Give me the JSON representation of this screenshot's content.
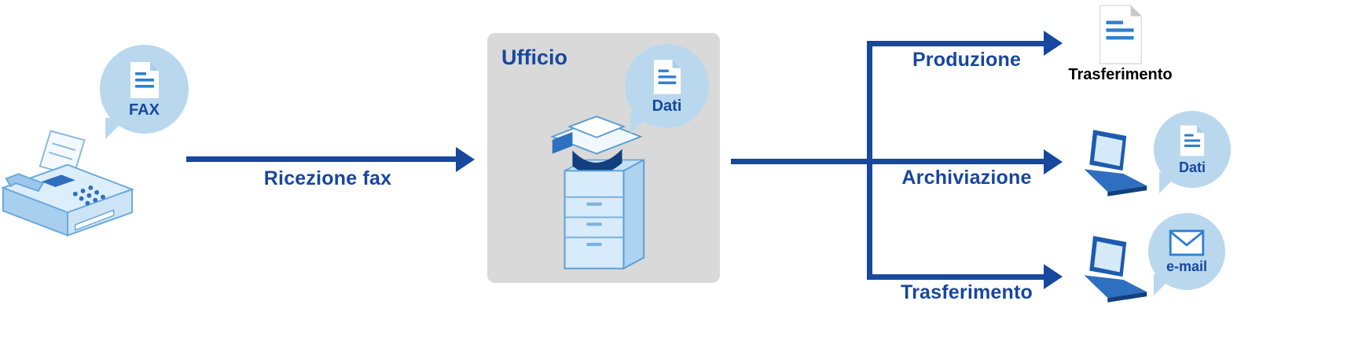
{
  "diagram": {
    "source": {
      "icon": "fax-machine-icon",
      "bubble_label": "FAX",
      "bubble_icon": "document-icon"
    },
    "flow": {
      "label": "Ricezione fax"
    },
    "office": {
      "label": "Ufficio",
      "icon": "printer-copier-icon",
      "bubble_label": "Dati",
      "bubble_icon": "document-icon"
    },
    "branches": [
      {
        "label": "Produzione"
      },
      {
        "label": "Archiviazione"
      },
      {
        "label": "Trasferimento"
      }
    ],
    "targets": {
      "production": {
        "icon": "document-icon",
        "label": "Trasferimento"
      },
      "archive": {
        "icon": "laptop-icon",
        "bubble_label": "Dati",
        "bubble_icon": "document-icon"
      },
      "email": {
        "icon": "laptop-icon",
        "bubble_label": "e-mail",
        "bubble_icon": "envelope-icon"
      }
    },
    "colors": {
      "arrow": "#17479e",
      "label_blue": "#17479e",
      "bubble": "#b9d8ee",
      "office_box": "#d9d9d9",
      "icon_blue": "#2e7fd0",
      "target_label_black": "#000000"
    }
  }
}
